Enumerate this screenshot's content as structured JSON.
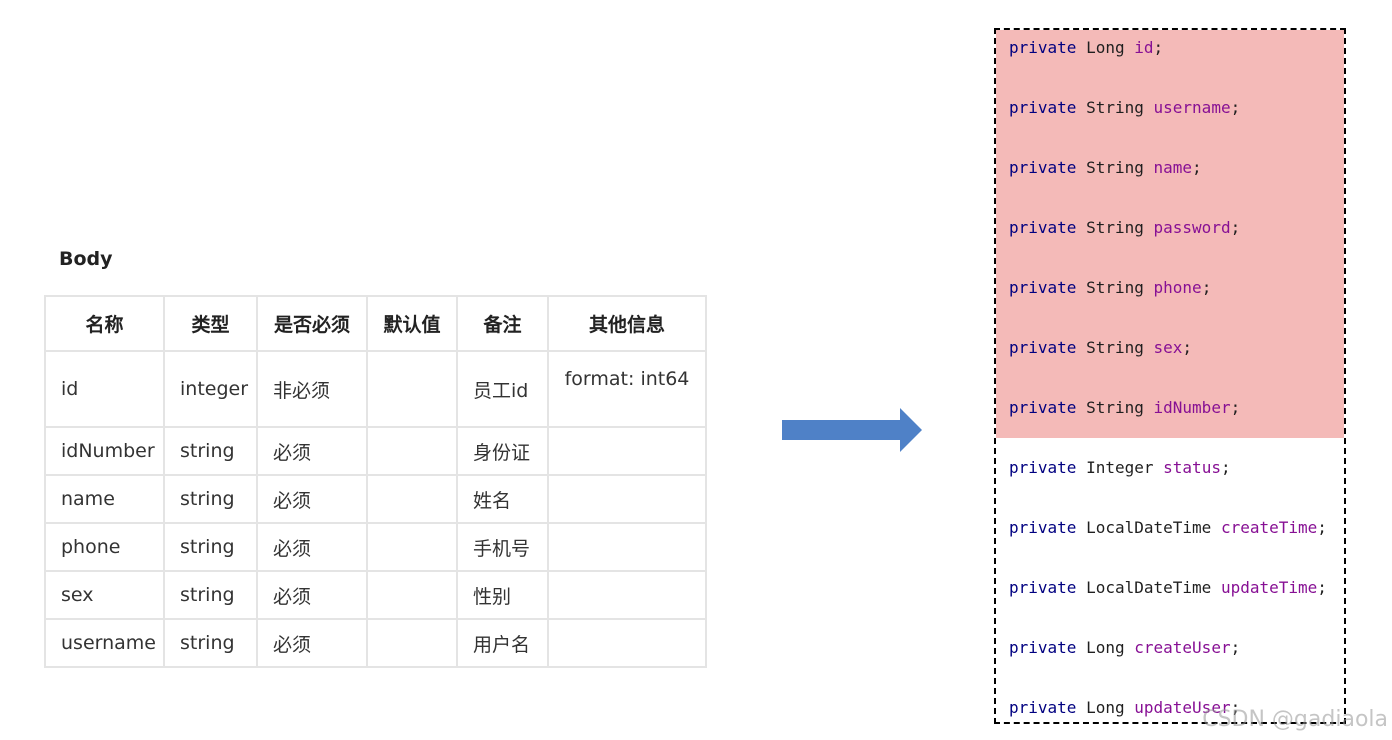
{
  "api_doc": {
    "section_title": "Body",
    "columns": [
      "名称",
      "类型",
      "是否必须",
      "默认值",
      "备注",
      "其他信息"
    ],
    "rows": [
      [
        "id",
        "integer",
        "非必须",
        "",
        "员工id",
        "format: int64"
      ],
      [
        "idNumber",
        "string",
        "必须",
        "",
        "身份证",
        ""
      ],
      [
        "name",
        "string",
        "必须",
        "",
        "姓名",
        ""
      ],
      [
        "phone",
        "string",
        "必须",
        "",
        "手机号",
        ""
      ],
      [
        "sex",
        "string",
        "必须",
        "",
        "性别",
        ""
      ],
      [
        "username",
        "string",
        "必须",
        "",
        "用户名",
        ""
      ]
    ]
  },
  "arrow": {
    "color": "#4f81c7"
  },
  "code": {
    "highlight_color": "#f4bab8",
    "lines": [
      {
        "modifier": "private",
        "type": "Long",
        "field": "id",
        "end": ";"
      },
      {
        "modifier": "private",
        "type": "String",
        "field": "username",
        "end": ";"
      },
      {
        "modifier": "private",
        "type": "String",
        "field": "name",
        "end": ";"
      },
      {
        "modifier": "private",
        "type": "String",
        "field": "password",
        "end": ";"
      },
      {
        "modifier": "private",
        "type": "String",
        "field": "phone",
        "end": ";"
      },
      {
        "modifier": "private",
        "type": "String",
        "field": "sex",
        "end": ";"
      },
      {
        "modifier": "private",
        "type": "String",
        "field": "idNumber",
        "end": ";"
      },
      {
        "modifier": "private",
        "type": "Integer",
        "field": "status",
        "end": ";"
      },
      {
        "modifier": "private",
        "type": "LocalDateTime",
        "field": "createTime",
        "end": ";"
      },
      {
        "modifier": "private",
        "type": "LocalDateTime",
        "field": "updateTime",
        "end": ";"
      },
      {
        "modifier": "private",
        "type": "Long",
        "field": "createUser",
        "end": ";"
      },
      {
        "modifier": "private",
        "type": "Long",
        "field": "updateUser",
        "end": ";"
      }
    ]
  },
  "watermark": "CSDN @gadiaola"
}
